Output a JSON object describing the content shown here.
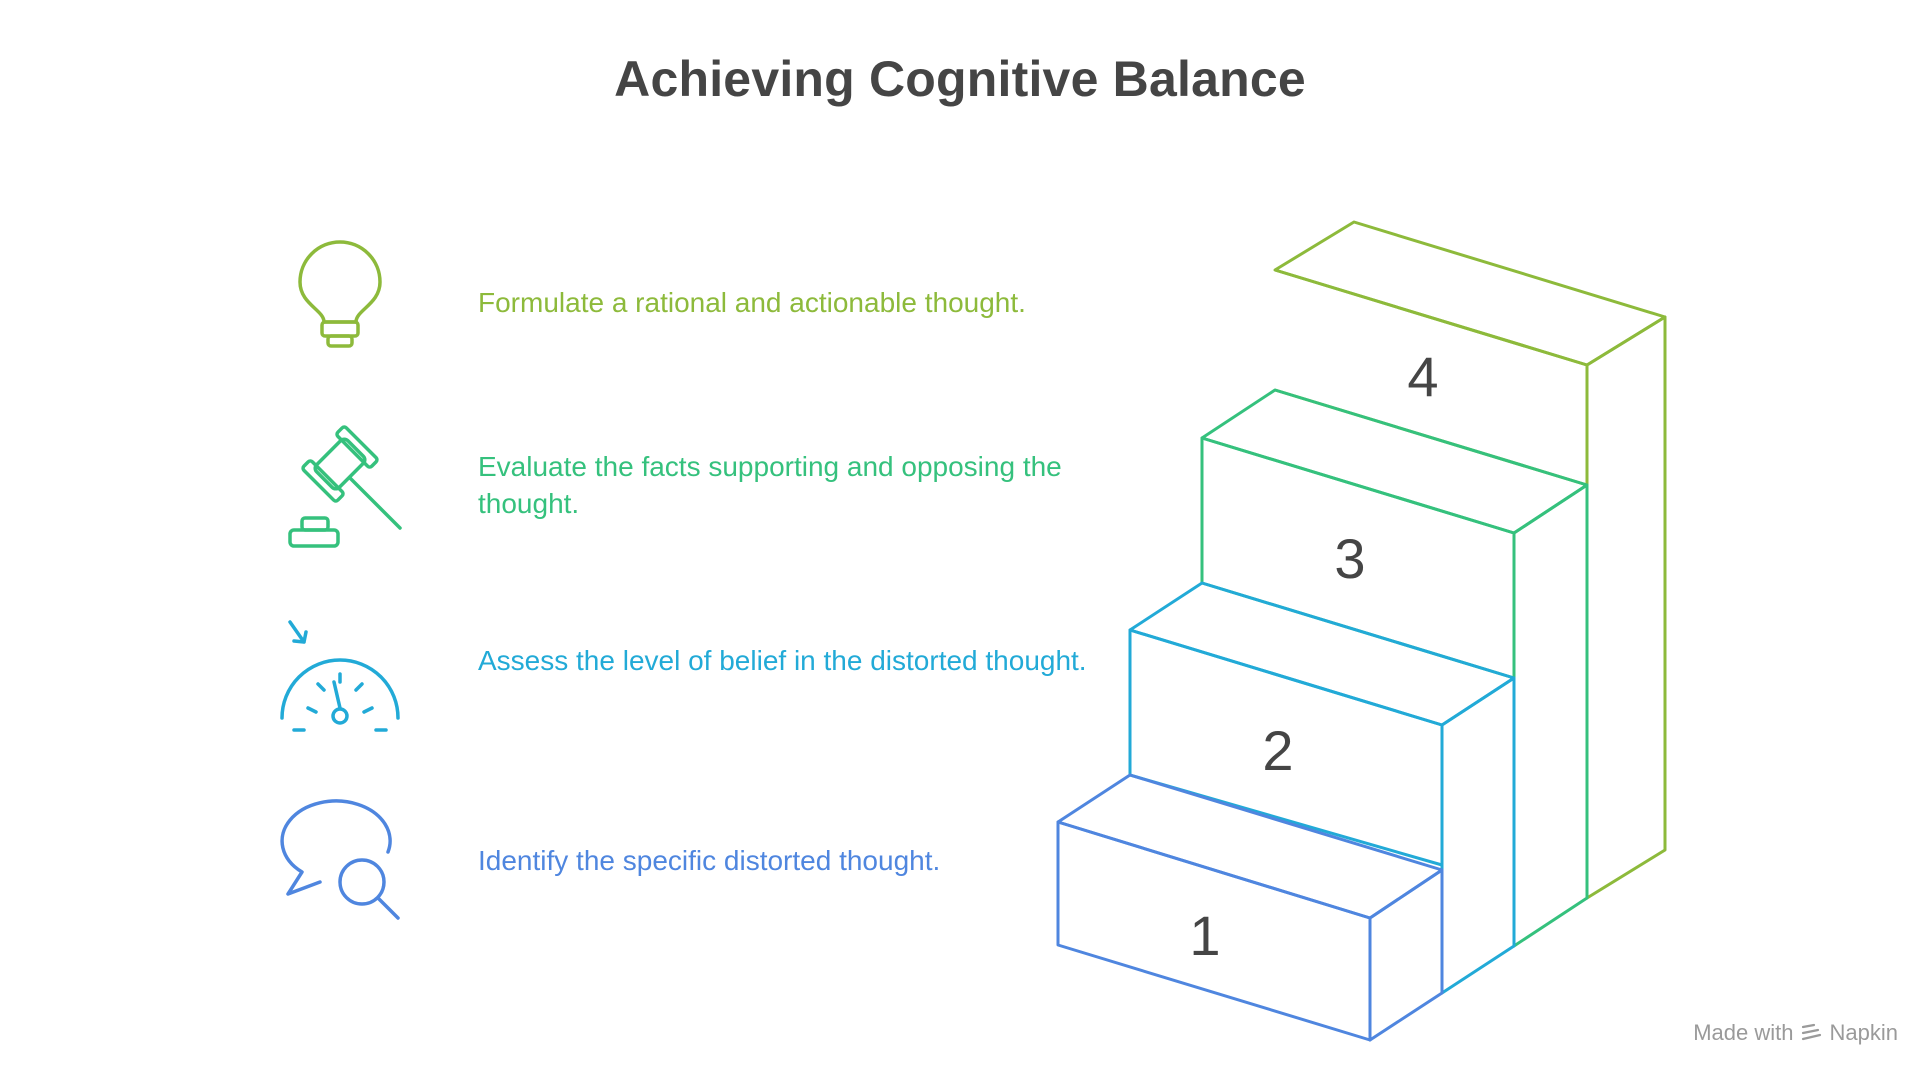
{
  "title": "Achieving Cognitive Balance",
  "steps": [
    {
      "number": "1",
      "text": "Identify the specific distorted thought.",
      "icon": "speech-bubble-search-icon",
      "color": "#4F86DF"
    },
    {
      "number": "2",
      "text": "Assess the level of belief in the distorted thought.",
      "icon": "gauge-meter-icon",
      "color": "#22AAD7"
    },
    {
      "number": "3",
      "text": "Evaluate the facts supporting and opposing the thought.",
      "icon": "gavel-icon",
      "color": "#35C17D"
    },
    {
      "number": "4",
      "text": "Formulate a rational and actionable thought.",
      "icon": "light-bulb-icon",
      "color": "#8DBA3B"
    }
  ],
  "credit": {
    "made_with": "Made with",
    "brand": "Napkin"
  }
}
